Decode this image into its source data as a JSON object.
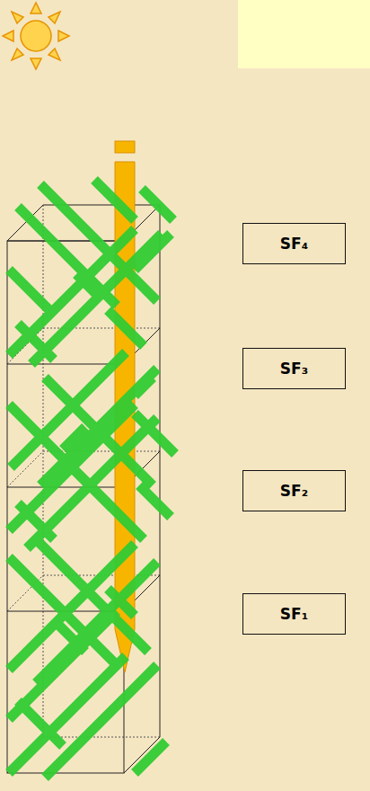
{
  "diagram": {
    "nodes": [
      {
        "text": [
          "SF₄"
        ]
      },
      {
        "text": [
          "SF₃"
        ]
      },
      {
        "text": [
          "SF₂"
        ]
      },
      {
        "text": [
          "SF₁"
        ]
      }
    ]
  }
}
